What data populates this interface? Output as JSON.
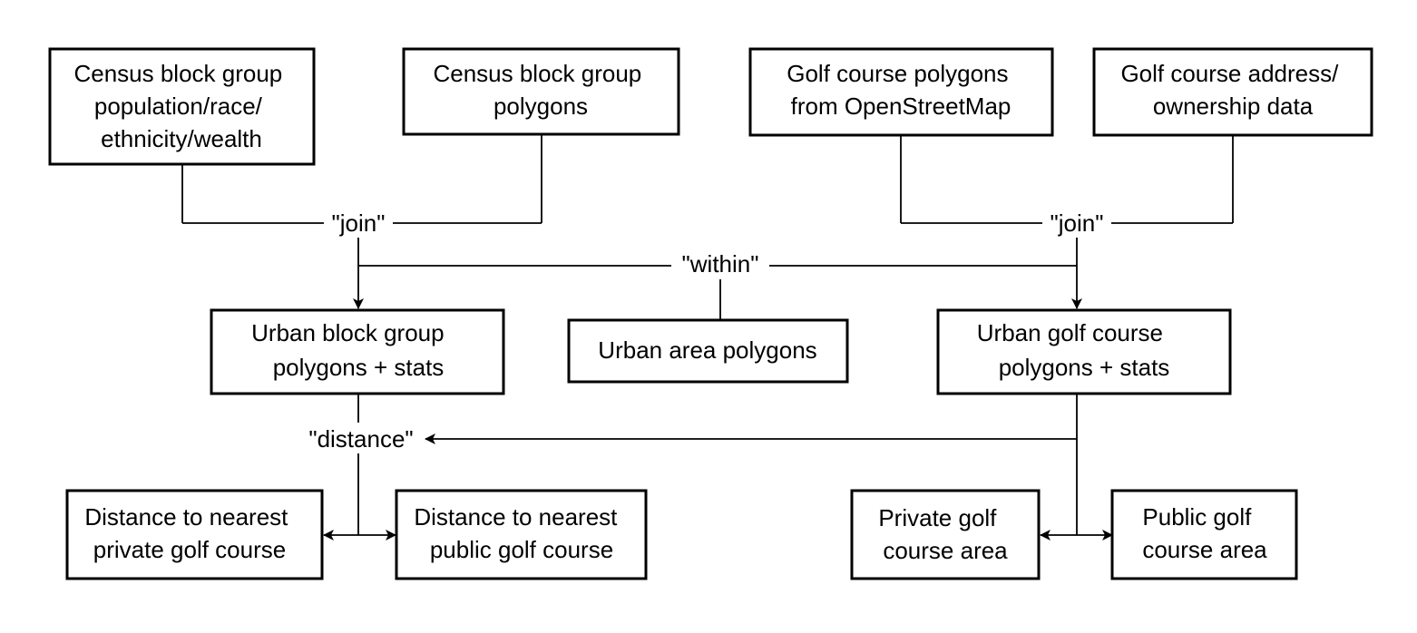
{
  "nodes": {
    "census_stats": {
      "lines": [
        "Census block group",
        "population/race/",
        "ethnicity/wealth"
      ]
    },
    "census_polygons": {
      "lines": [
        "Census block group",
        "polygons"
      ]
    },
    "golf_osm": {
      "lines": [
        "Golf course polygons",
        "from OpenStreetMap"
      ]
    },
    "golf_address": {
      "lines": [
        "Golf course address/",
        "ownership data"
      ]
    },
    "urban_block_group": {
      "lines": [
        "Urban block group",
        "polygons + stats"
      ]
    },
    "urban_area": {
      "lines": [
        "Urban area polygons"
      ]
    },
    "urban_golf": {
      "lines": [
        "Urban golf course",
        "polygons + stats"
      ]
    },
    "dist_private": {
      "lines": [
        "Distance to nearest",
        "private golf course"
      ]
    },
    "dist_public": {
      "lines": [
        "Distance to nearest",
        "public golf course"
      ]
    },
    "private_area": {
      "lines": [
        "Private golf",
        "course area"
      ]
    },
    "public_area": {
      "lines": [
        "Public golf",
        "course area"
      ]
    }
  },
  "operations": {
    "join_left": "\"join\"",
    "join_right": "\"join\"",
    "within": "\"within\"",
    "distance": "\"distance\""
  }
}
